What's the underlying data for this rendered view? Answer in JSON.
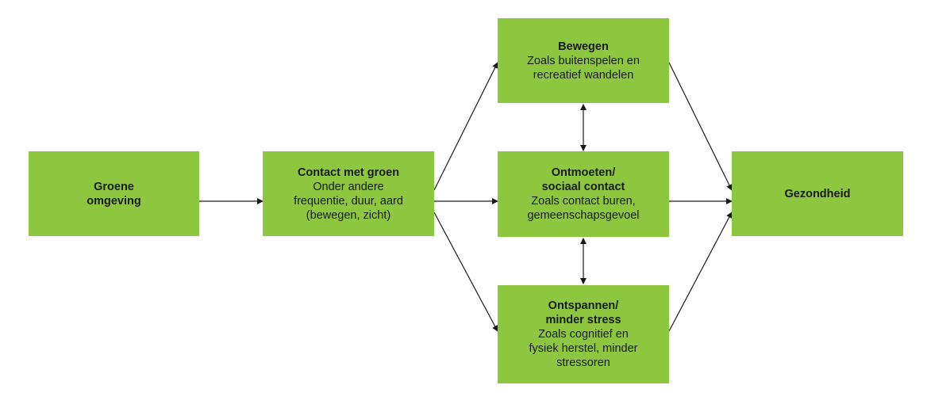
{
  "nodes": {
    "groene_omgeving": {
      "title": "Groene\nomgeving",
      "subtitle": ""
    },
    "contact_met_groen": {
      "title": "Contact met groen",
      "subtitle": "Onder andere\nfrequentie, duur, aard\n(bewegen, zicht)"
    },
    "bewegen": {
      "title": "Bewegen",
      "subtitle": "Zoals buitenspelen en\nrecreatief wandelen"
    },
    "ontmoeten": {
      "title": "Ontmoeten/\nsociaal contact",
      "subtitle": "Zoals contact buren,\ngemeenschapsgevoel"
    },
    "ontspannen": {
      "title": "Ontspannen/\nminder stress",
      "subtitle": "Zoals cognitief en\nfysiek herstel, minder\nstressoren"
    },
    "gezondheid": {
      "title": "Gezondheid",
      "subtitle": ""
    }
  },
  "colors": {
    "box_fill": "#8dc63f",
    "arrow": "#1a1a1a",
    "text": "#1a1a1a"
  }
}
